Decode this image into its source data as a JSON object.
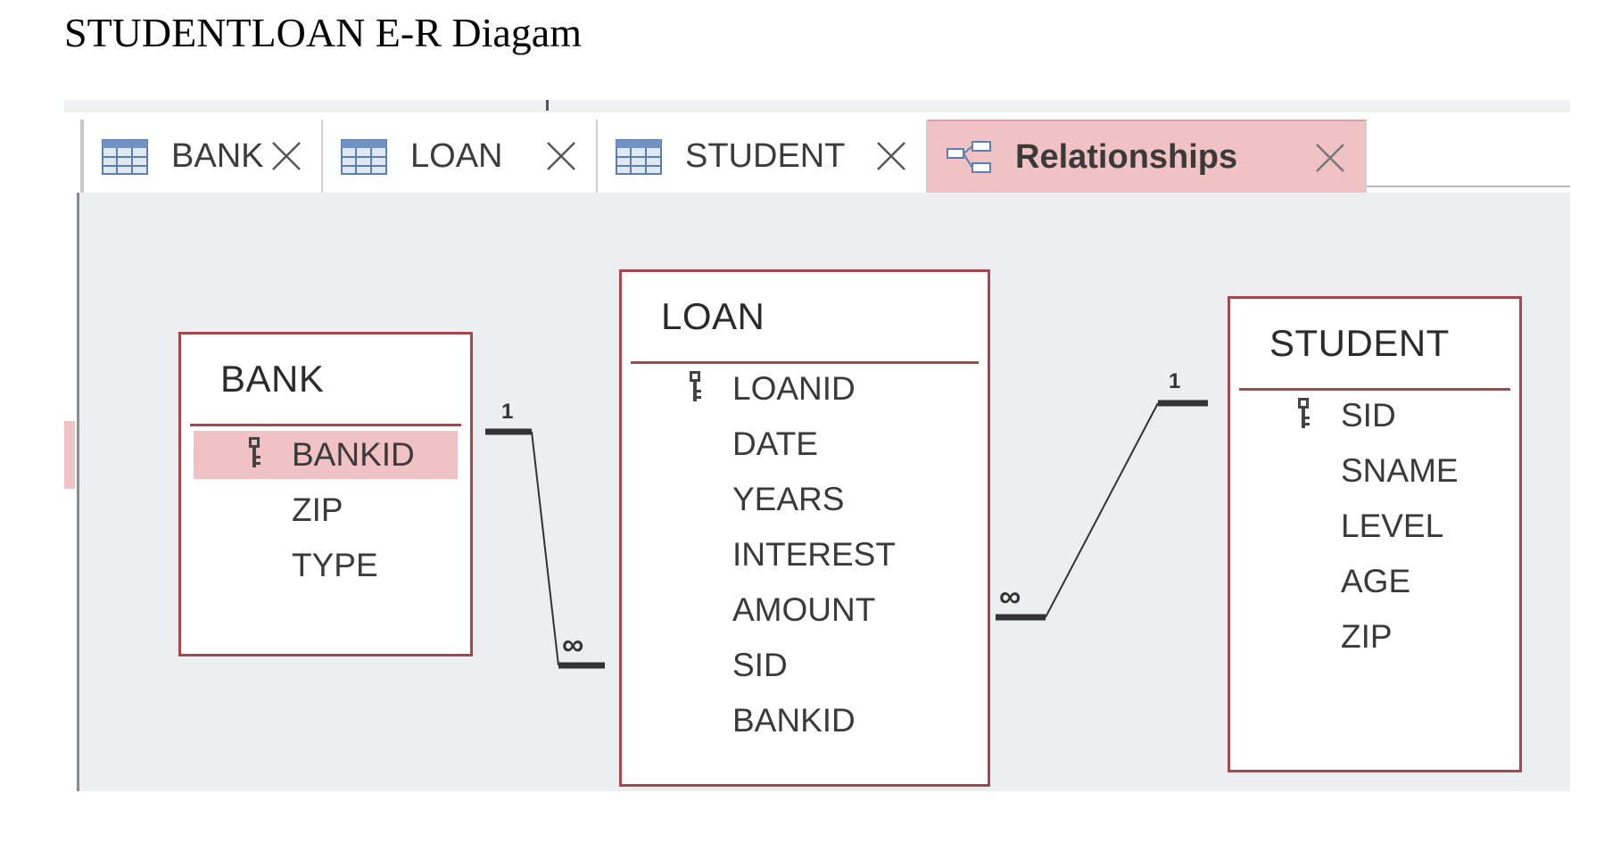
{
  "page_title": "STUDENTLOAN E-R Diagam",
  "tabs": [
    {
      "label": "BANK",
      "icon": "table-icon",
      "active": false
    },
    {
      "label": "LOAN",
      "icon": "table-icon",
      "active": false
    },
    {
      "label": "STUDENT",
      "icon": "table-icon",
      "active": false
    },
    {
      "label": "Relationships",
      "icon": "relationships-icon",
      "active": true
    }
  ],
  "tables": {
    "bank": {
      "name": "BANK",
      "fields": [
        "BANKID",
        "ZIP",
        "TYPE"
      ],
      "primary_key": "BANKID",
      "selected_field": "BANKID"
    },
    "loan": {
      "name": "LOAN",
      "fields": [
        "LOANID",
        "DATE",
        "YEARS",
        "INTEREST",
        "AMOUNT",
        "SID",
        "BANKID"
      ],
      "primary_key": "LOANID"
    },
    "student": {
      "name": "STUDENT",
      "fields": [
        "SID",
        "SNAME",
        "LEVEL",
        "AGE",
        "ZIP"
      ],
      "primary_key": "SID"
    }
  },
  "relationships": [
    {
      "from": "BANK.BANKID",
      "to": "LOAN.BANKID",
      "one_label": "1",
      "many_label": "∞"
    },
    {
      "from": "STUDENT.SID",
      "to": "LOAN.SID",
      "one_label": "1",
      "many_label": "∞"
    }
  ],
  "colors": {
    "accent": "#a8474a",
    "selection": "#f1c2c3",
    "canvas": "#eceef2"
  }
}
